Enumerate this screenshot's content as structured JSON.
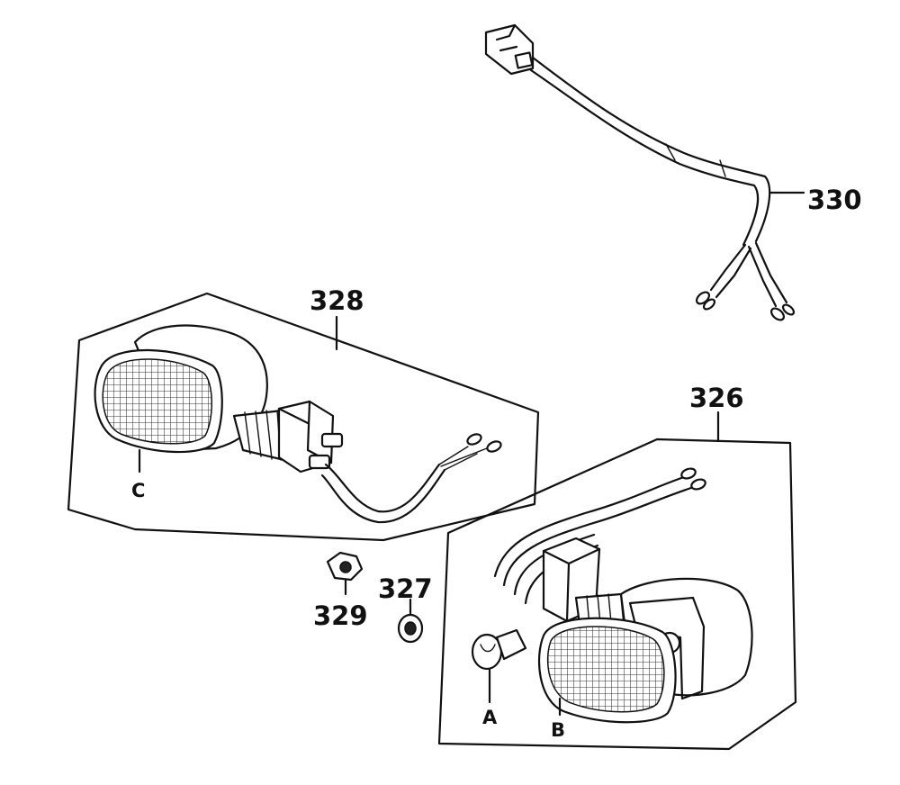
{
  "callouts": {
    "harness": "330",
    "left_signal": "328",
    "right_signal": "326",
    "grommet": "327",
    "nut": "329"
  },
  "letters": {
    "bulb": "A",
    "lens_right": "B",
    "lens_left": "C"
  }
}
